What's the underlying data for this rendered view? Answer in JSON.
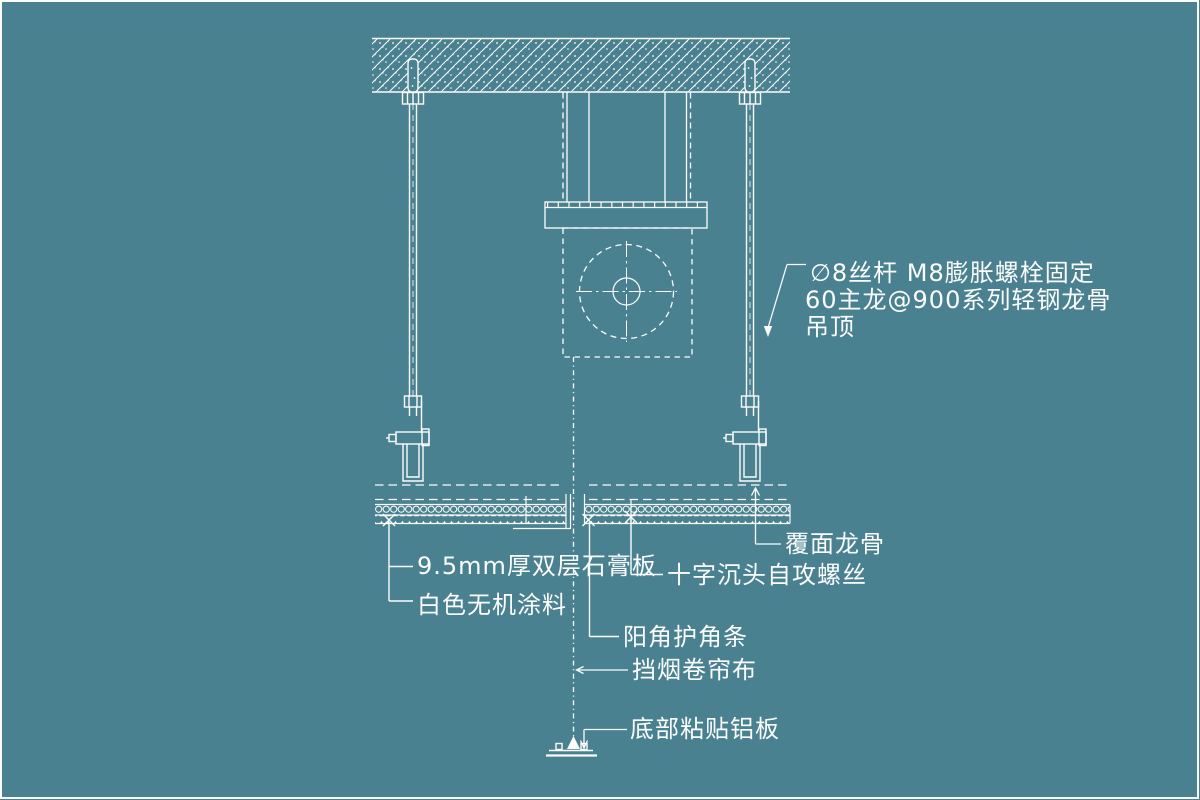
{
  "drawing": {
    "background_color": "#4A8191",
    "line_color": "#FCFDFD",
    "labels": {
      "note_line1": "∅8丝杆 M8膨胀螺栓固定",
      "note_line2": "60主龙@900系列轻钢龙骨",
      "note_line3": "吊顶",
      "furring_channel": "覆面龙骨",
      "gypsum_board": "9.5mm厚双层石膏板",
      "white_paint": "白色无机涂料",
      "self_tapping_screw": "十字沉头自攻螺丝",
      "corner_guard": "阳角护角条",
      "smoke_curtain": "挡烟卷帘布",
      "bottom_aluminum": "底部粘贴铝板"
    }
  }
}
